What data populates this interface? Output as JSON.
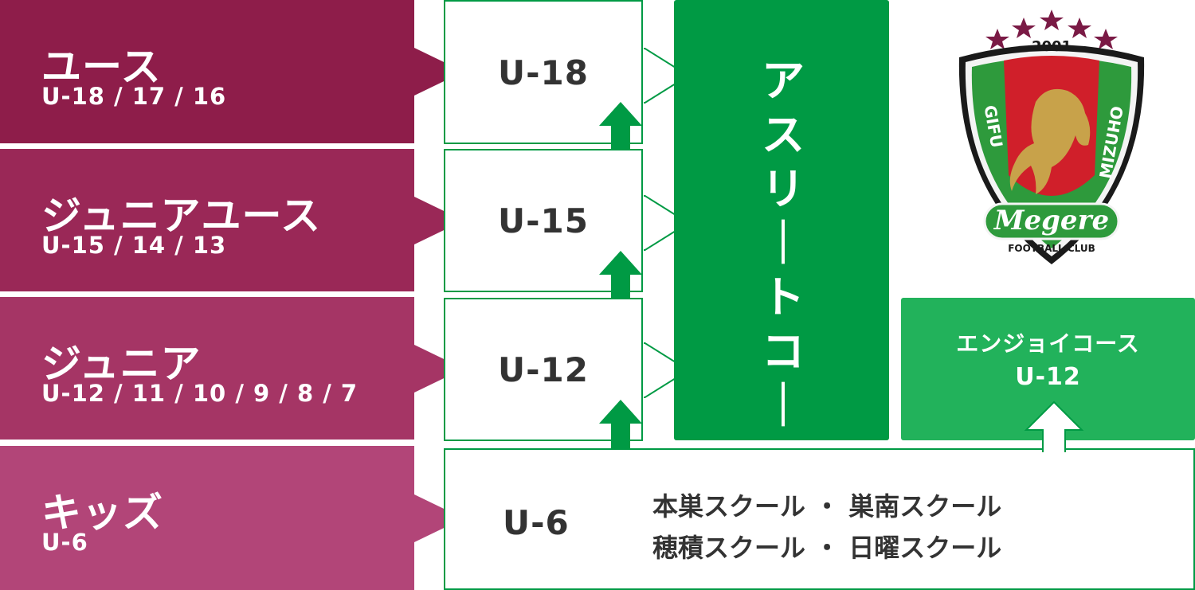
{
  "tiers": [
    {
      "name": "ユース",
      "ages": "U-18 / 17 / 16"
    },
    {
      "name": "ジュニアユース",
      "ages": "U-15 / 14 / 13"
    },
    {
      "name": "ジュニア",
      "ages": "U-12 / 11 / 10 / 9 / 8 / 7"
    },
    {
      "name": "キッズ",
      "ages": "U-6"
    }
  ],
  "age_boxes": [
    "U-18",
    "U-15",
    "U-12",
    "U-6"
  ],
  "athlete_course": {
    "label": "アスリートコース"
  },
  "enjoy_course": {
    "label": "エンジョイコース",
    "age": "U-12"
  },
  "schools": {
    "line1": "本巣スクール ・ 巣南スクール",
    "line2": "穂積スクール ・ 日曜スクール"
  },
  "logo": {
    "year": "2001",
    "left_text": "GIFU",
    "right_text": "MIZUHO",
    "script": "Megere",
    "bottom": "FOOTBALL CLUB"
  },
  "colors": {
    "tier1": "#8e1d4a",
    "tier2": "#9a2857",
    "tier3": "#a53565",
    "tier4": "#b24578",
    "green_dark": "#009a44",
    "green_light": "#22b25b"
  }
}
